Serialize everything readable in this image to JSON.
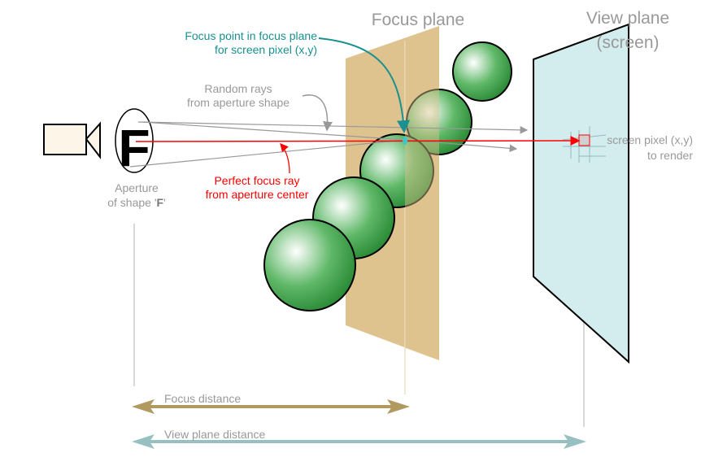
{
  "labels": {
    "focus_plane": "Focus plane",
    "view_plane_1": "View plane",
    "view_plane_2": "(screen)",
    "focus_point_1": "Focus point in focus plane",
    "focus_point_2": "for screen pixel (x,y)",
    "random_rays_1": "Random rays",
    "random_rays_2": "from aperture shape",
    "perfect_ray_1": "Perfect focus ray",
    "perfect_ray_2": "from aperture center",
    "aperture_1": "Aperture",
    "aperture_2a": "of shape '",
    "aperture_2b": "F",
    "aperture_2c": "'",
    "aperture_letter": "F",
    "screen_pixel_1": "screen pixel (x,y)",
    "screen_pixel_2": "to render",
    "focus_distance": "Focus distance",
    "view_plane_distance": "View plane distance"
  },
  "colors": {
    "focus_plane": "#dfc38f",
    "view_plane": "#d3ecee",
    "sphere": "#2e8b3a",
    "teal": "#1a9090",
    "red": "#ff0000",
    "gray": "#999999",
    "focus_arrow": "#b09a5f",
    "view_arrow": "#98c0c0"
  }
}
